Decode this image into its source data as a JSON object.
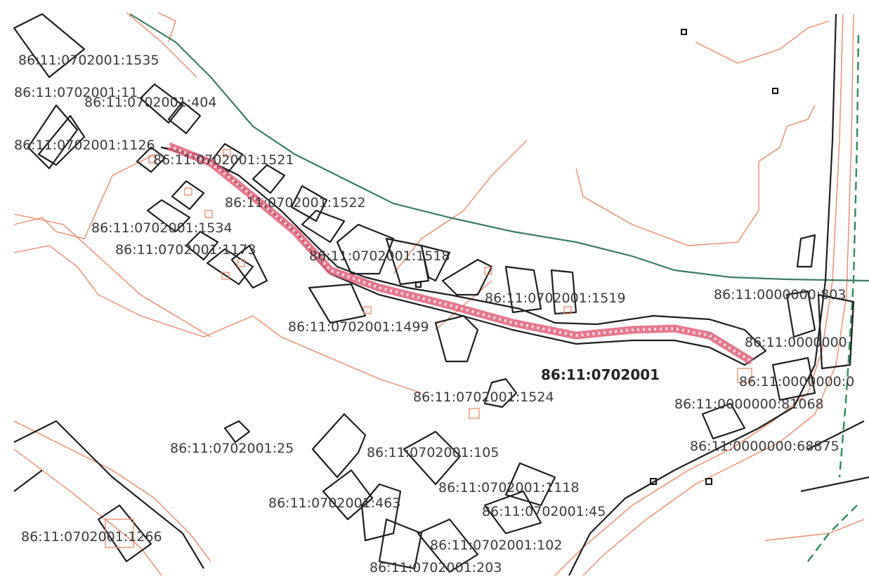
{
  "map": {
    "quarter_label": "86:11:0702001",
    "colors": {
      "parcel_border": "#1e1e1e",
      "zone_line": "#e8896a",
      "forest_line": "#3d7d5f",
      "highlight": "#e0607a",
      "label": "#3a3a3a"
    },
    "parcels": [
      "86:11:0702001:1535",
      "86:11:0702001:11",
      "86:11:0702001:404",
      "86:11:0702001:1126",
      "86:11:0702001:1521",
      "86:11:0702001:1522",
      "86:11:0702001:1534",
      "86:11:0702001:1173",
      "86:11:0702001:1518",
      "86:11:0702001:1519",
      "86:11:0000000:803",
      "86:11:0702001:1499",
      "86:11:0000000",
      "86:11:0000000:0",
      "86:11:0000000:81068",
      "86:11:0702001:1524",
      "86:11:0702001:25",
      "86:11:0702001:105",
      "86:11:0000000:68875",
      "86:11:0702001:1118",
      "86:11:0702001:463",
      "86:11:0702001:45",
      "86:11:0702001:1266",
      "86:11:0702001:102",
      "86:11:0702001:203"
    ]
  }
}
